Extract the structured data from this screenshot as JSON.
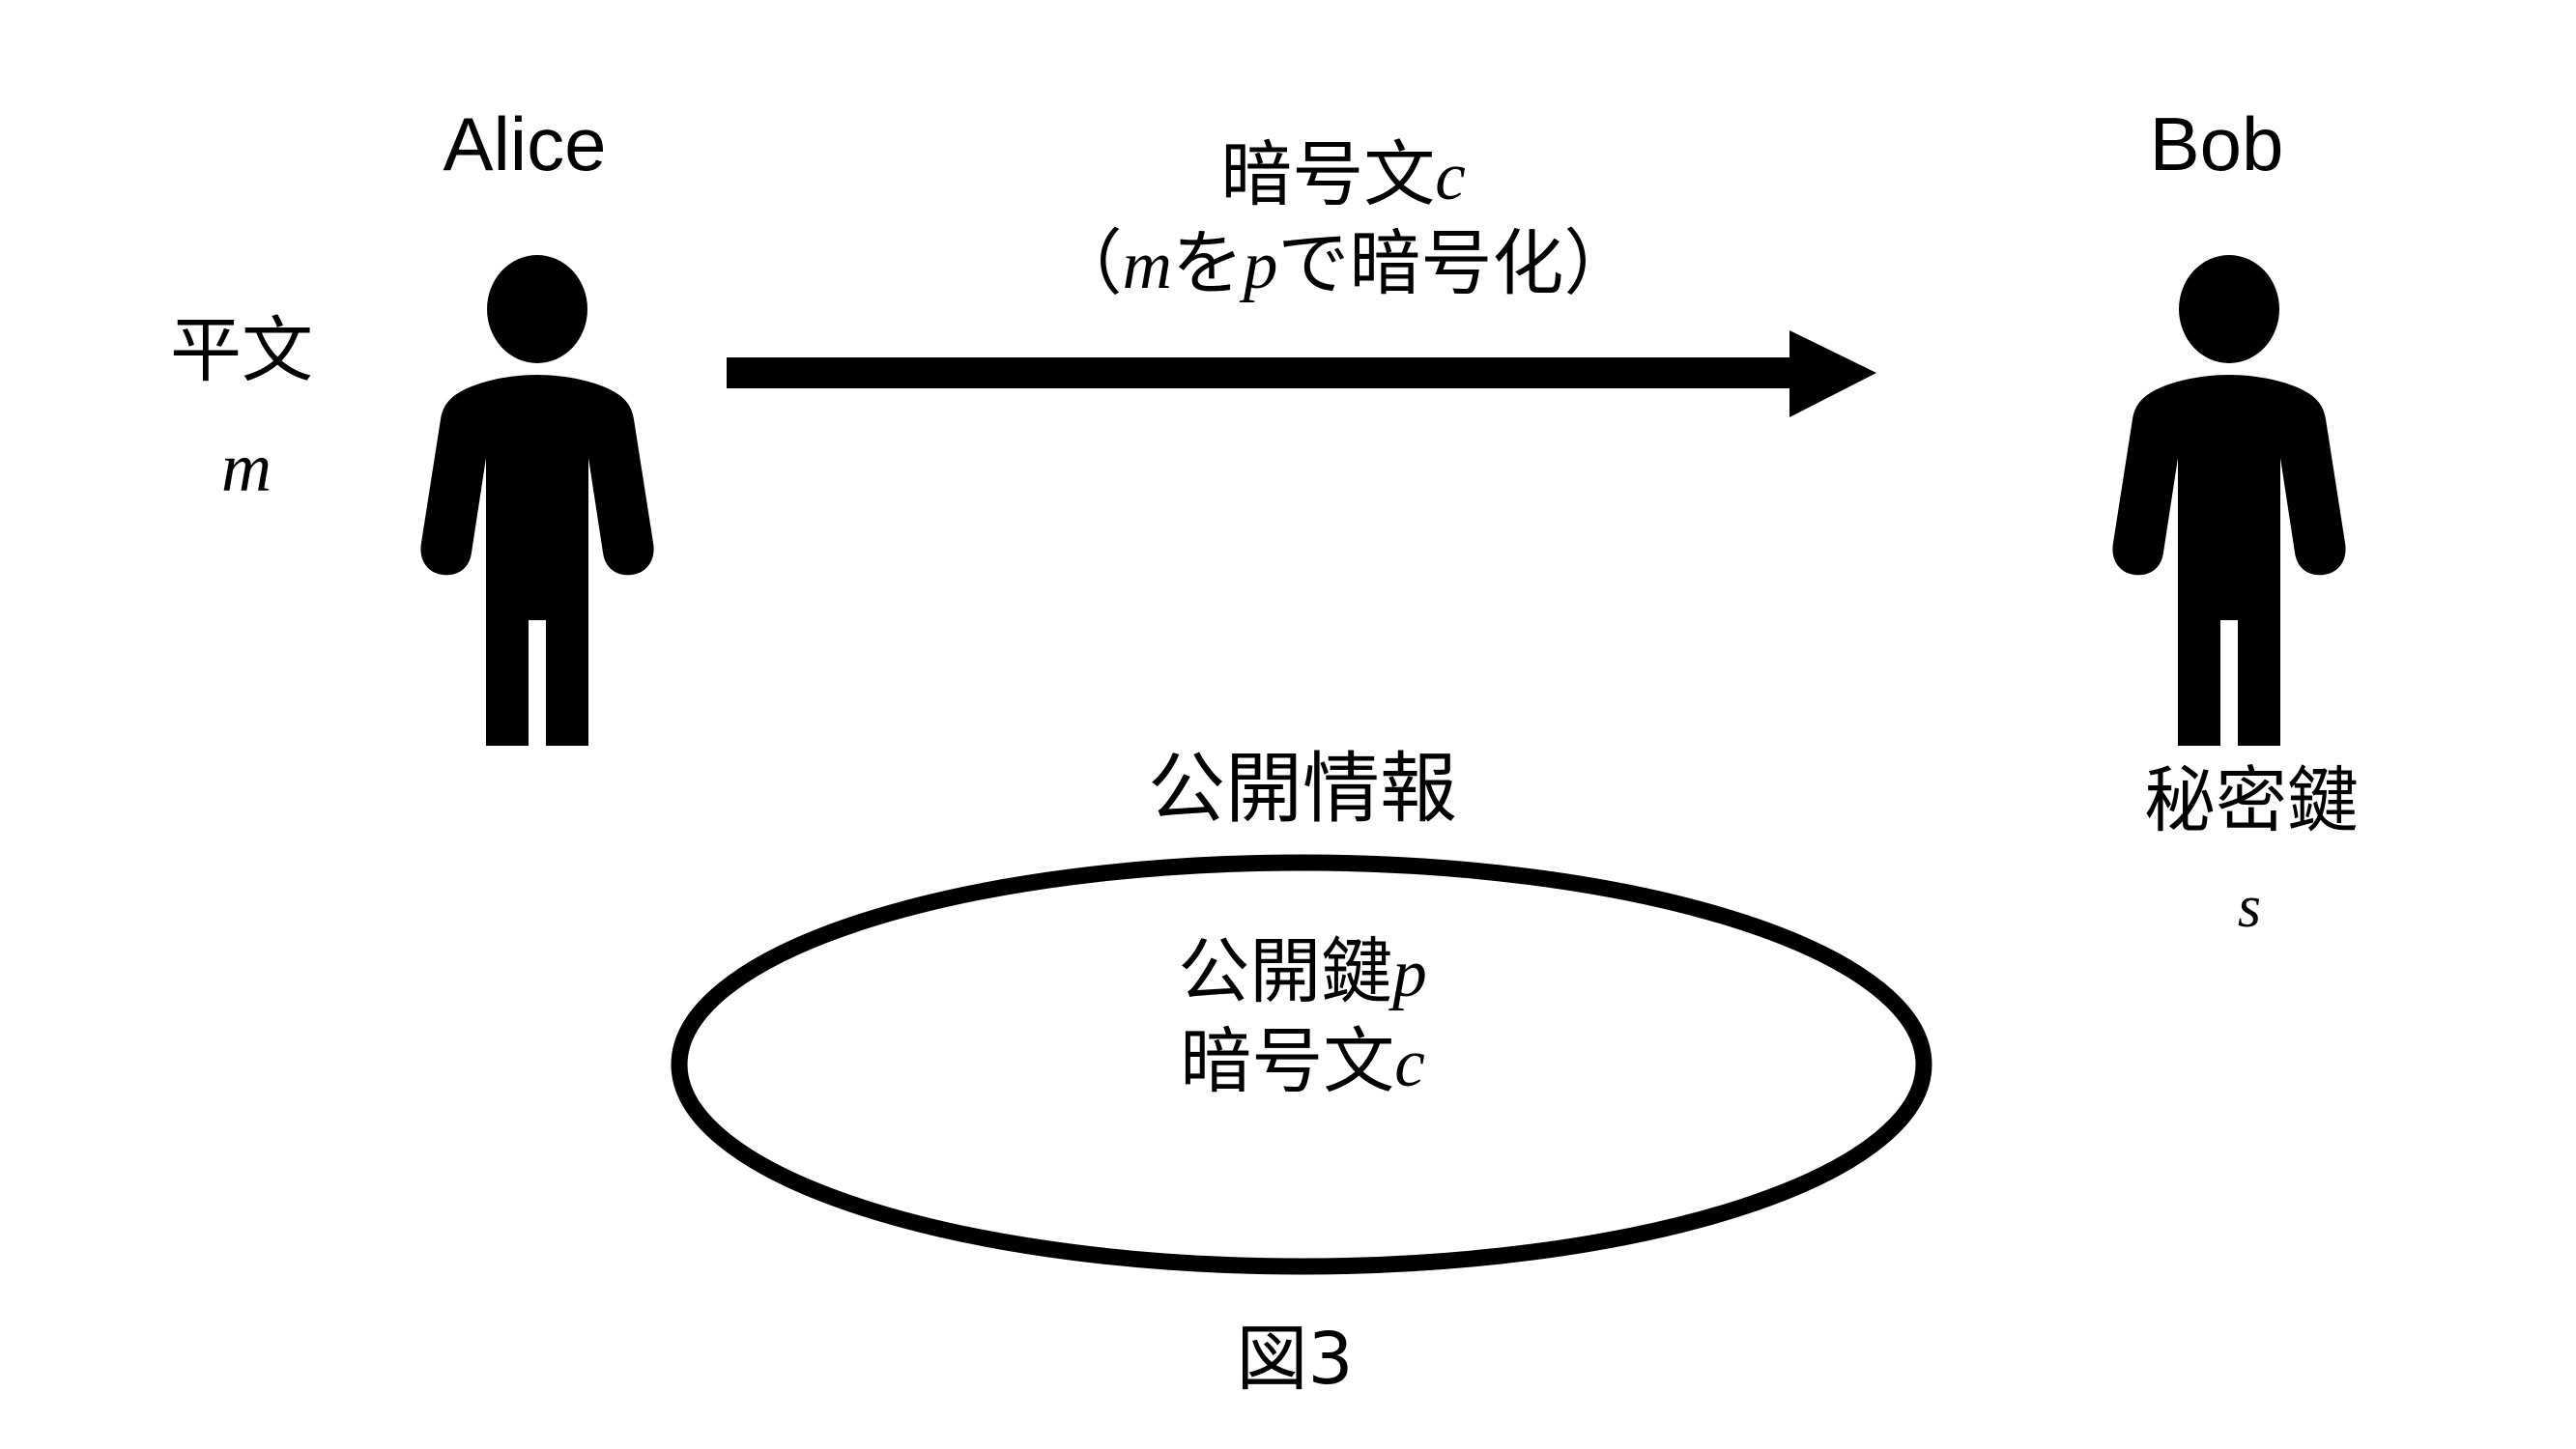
{
  "figure": {
    "caption": "図3",
    "diagram_type": "public-key-cryptography-flow"
  },
  "sender": {
    "name_label": "Alice",
    "plaintext_label": "平文",
    "plaintext_symbol": "m",
    "icon": "person-silhouette-icon"
  },
  "receiver": {
    "name_label": "Bob",
    "secret_key_label": "秘密鍵",
    "secret_key_symbol": "s",
    "icon": "person-silhouette-icon"
  },
  "transmission": {
    "arrow_label_line1_text": "暗号文",
    "arrow_label_line1_symbol": "c",
    "arrow_label_line2_open": "（",
    "arrow_label_line2_var1": "m",
    "arrow_label_line2_mid1": "を",
    "arrow_label_line2_var2": "p",
    "arrow_label_line2_mid2": "で暗号化",
    "arrow_label_line2_close": "）",
    "arrow_icon": "right-arrow-icon",
    "direction": "alice-to-bob"
  },
  "public_info": {
    "heading": "公開情報",
    "items": [
      {
        "text": "公開鍵",
        "symbol": "p"
      },
      {
        "text": "暗号文",
        "symbol": "c"
      }
    ],
    "container_icon": "ellipse-outline-icon"
  },
  "colors": {
    "ink": "#000000",
    "background": "#ffffff"
  }
}
